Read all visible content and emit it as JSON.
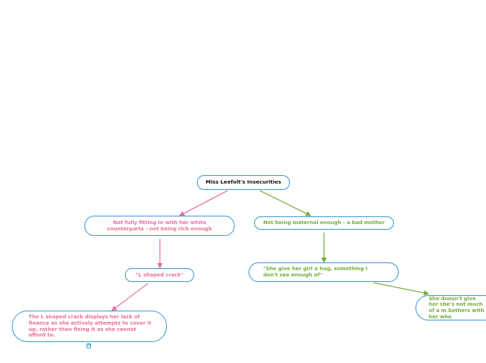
{
  "diagram": {
    "root": {
      "label": "Miss Leefolt's Insecurities"
    },
    "branches": {
      "pink": {
        "color": "#e8709e",
        "topic": "Not fully fitting in with her white counterparts - not being rich enough",
        "quote": "\"L shaped crack\"",
        "analysis": "The L shaped crack displays her lack of finance as she actively attempts to cover it up, rather than fixing it as she cannot afford to."
      },
      "green": {
        "color": "#72ad3a",
        "topic": "Not being maternal enough - a bad mother",
        "quote": "\"She give her girl a hug, something I don't see enough of\"",
        "analysis": "She doesn't give her she's not much of a m bothers with her whe"
      }
    },
    "border_color": "#2a8fd6"
  }
}
